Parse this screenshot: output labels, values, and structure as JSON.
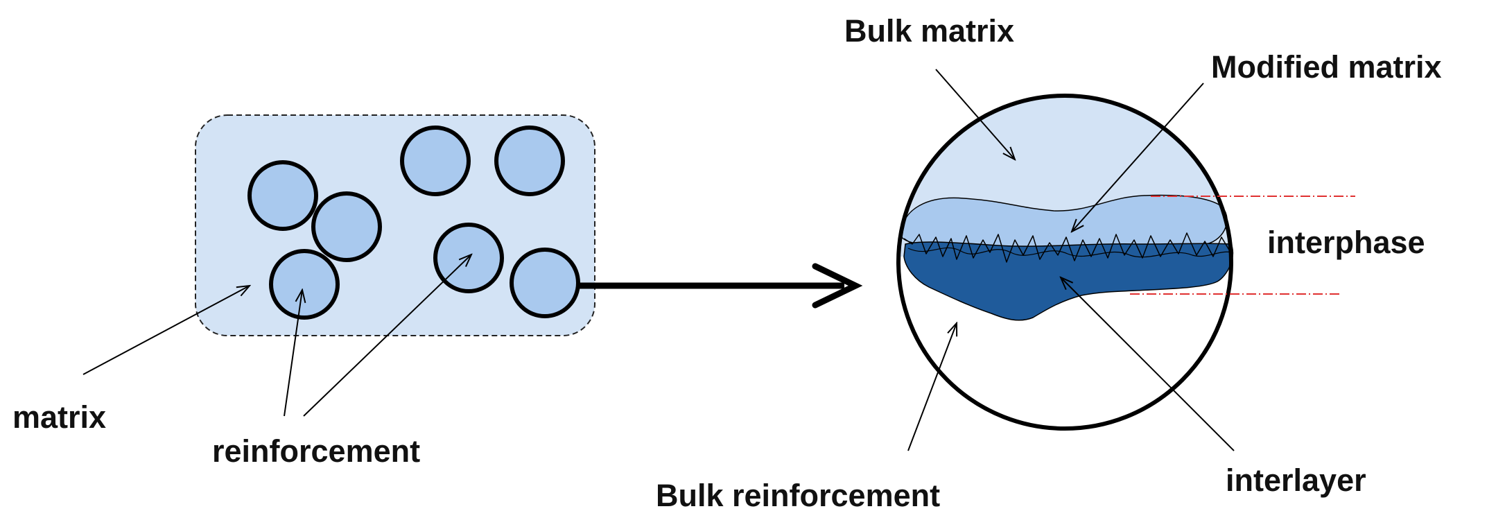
{
  "labels": {
    "matrix": "matrix",
    "reinforcement": "reinforcement",
    "bulk_matrix": "Bulk matrix",
    "modified_matrix": "Modified matrix",
    "interphase": "interphase",
    "bulk_reinforcement": "Bulk reinforcement",
    "interlayer": "interlayer"
  },
  "colors": {
    "matrix_fill": "#d3e3f5",
    "particle_fill": "#a9c9ee",
    "modified_matrix_fill": "#a9c9ee",
    "interlayer_fill": "#1f5b9b",
    "interphase_text": "#2e6bc6",
    "guide_line": "#e03030",
    "outline": "#000000"
  }
}
